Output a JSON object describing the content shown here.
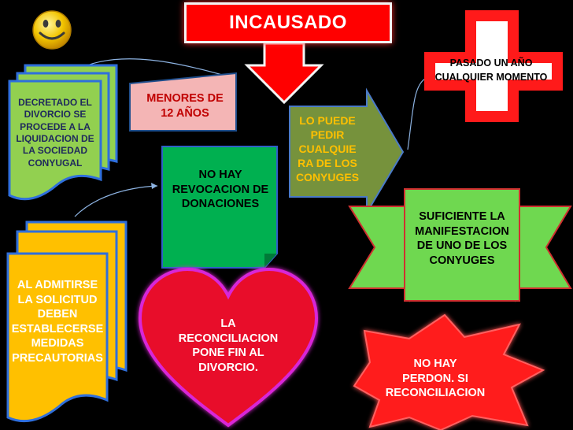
{
  "title": "INCAUSADO",
  "nodes": {
    "decretado": "DECRETADO EL\nDIVORCIO SE\nPROCEDE A LA\nLIQUIDACION DE\nLA SOCIEDAD\nCONYUGAL",
    "menores": "MENORES DE\n12 AÑOS",
    "lo_puede": "LO PUEDE\nPEDIR\nCUALQUIE\nRA DE LOS\nCONYUGES",
    "pasado": "PASADO UN AÑO\nCUALQUIER MOMENTO",
    "no_hay_revocacion": "NO HAY\nREVOCACION DE\nDONACIONES",
    "suficiente": "SUFICIENTE LA\nMANIFESTACION\nDE UNO DE LOS\nCONYUGES",
    "al_admitirse": "AL ADMITIRSE\nLA SOLICITUD\nDEBEN\nESTABLECERSE\nMEDIDAS\nPRECAUTORIAS",
    "reconciliacion": "LA\nRECONCILIACION\nPONE FIN AL\nDIVORCIO.",
    "no_hay_perdon": "NO HAY\nPERDON. SI\nRECONCILIACION"
  },
  "colors": {
    "background": "#000000",
    "title_red": "#ff0000",
    "doc_green": "#92d050",
    "doc_blue": "#2f6fdc",
    "doc_yellow": "#ffc000",
    "pink": "#f4b5b5",
    "olive": "#76923c",
    "green_note": "#00b050",
    "ribbon_green": "#6fd850",
    "heart_red": "#e8102a",
    "star_red": "#ff1a1a",
    "text_navy": "#1f2a5c",
    "text_red": "#c00000"
  },
  "icons": [
    "smiley-face-icon",
    "red-cross-icon"
  ]
}
